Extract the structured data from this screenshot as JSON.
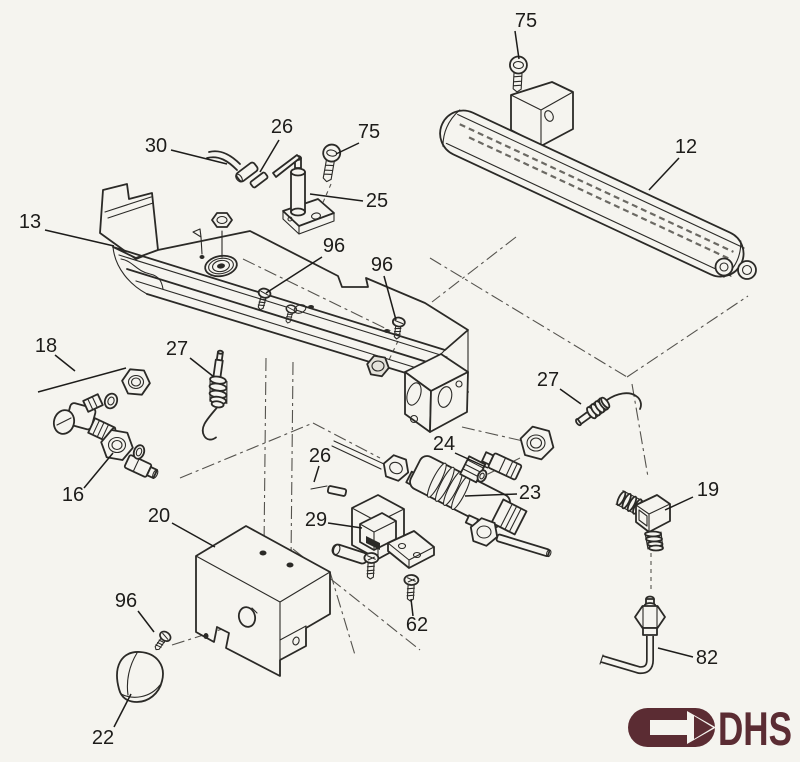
{
  "diagram": {
    "callouts": [
      {
        "id": "75-top",
        "label": "75"
      },
      {
        "id": "12",
        "label": "12"
      },
      {
        "id": "30",
        "label": "30"
      },
      {
        "id": "26-top",
        "label": "26"
      },
      {
        "id": "75-mid",
        "label": "75"
      },
      {
        "id": "25",
        "label": "25"
      },
      {
        "id": "13",
        "label": "13"
      },
      {
        "id": "96-a",
        "label": "96"
      },
      {
        "id": "96-b",
        "label": "96"
      },
      {
        "id": "18",
        "label": "18"
      },
      {
        "id": "27-left",
        "label": "27"
      },
      {
        "id": "16",
        "label": "16"
      },
      {
        "id": "26-mid",
        "label": "26"
      },
      {
        "id": "24",
        "label": "24"
      },
      {
        "id": "23",
        "label": "23"
      },
      {
        "id": "27-right",
        "label": "27"
      },
      {
        "id": "19",
        "label": "19"
      },
      {
        "id": "29",
        "label": "29"
      },
      {
        "id": "20",
        "label": "20"
      },
      {
        "id": "96-c",
        "label": "96"
      },
      {
        "id": "62",
        "label": "62"
      },
      {
        "id": "22",
        "label": "22"
      },
      {
        "id": "82",
        "label": "82"
      }
    ]
  },
  "logo": {
    "text": "DHS",
    "icon": "arrow-stadium-icon",
    "color": "#5b2c33"
  },
  "colors": {
    "background": "#f5f4ef",
    "line_art": "#2b2a27",
    "logo": "#5b2c33"
  }
}
